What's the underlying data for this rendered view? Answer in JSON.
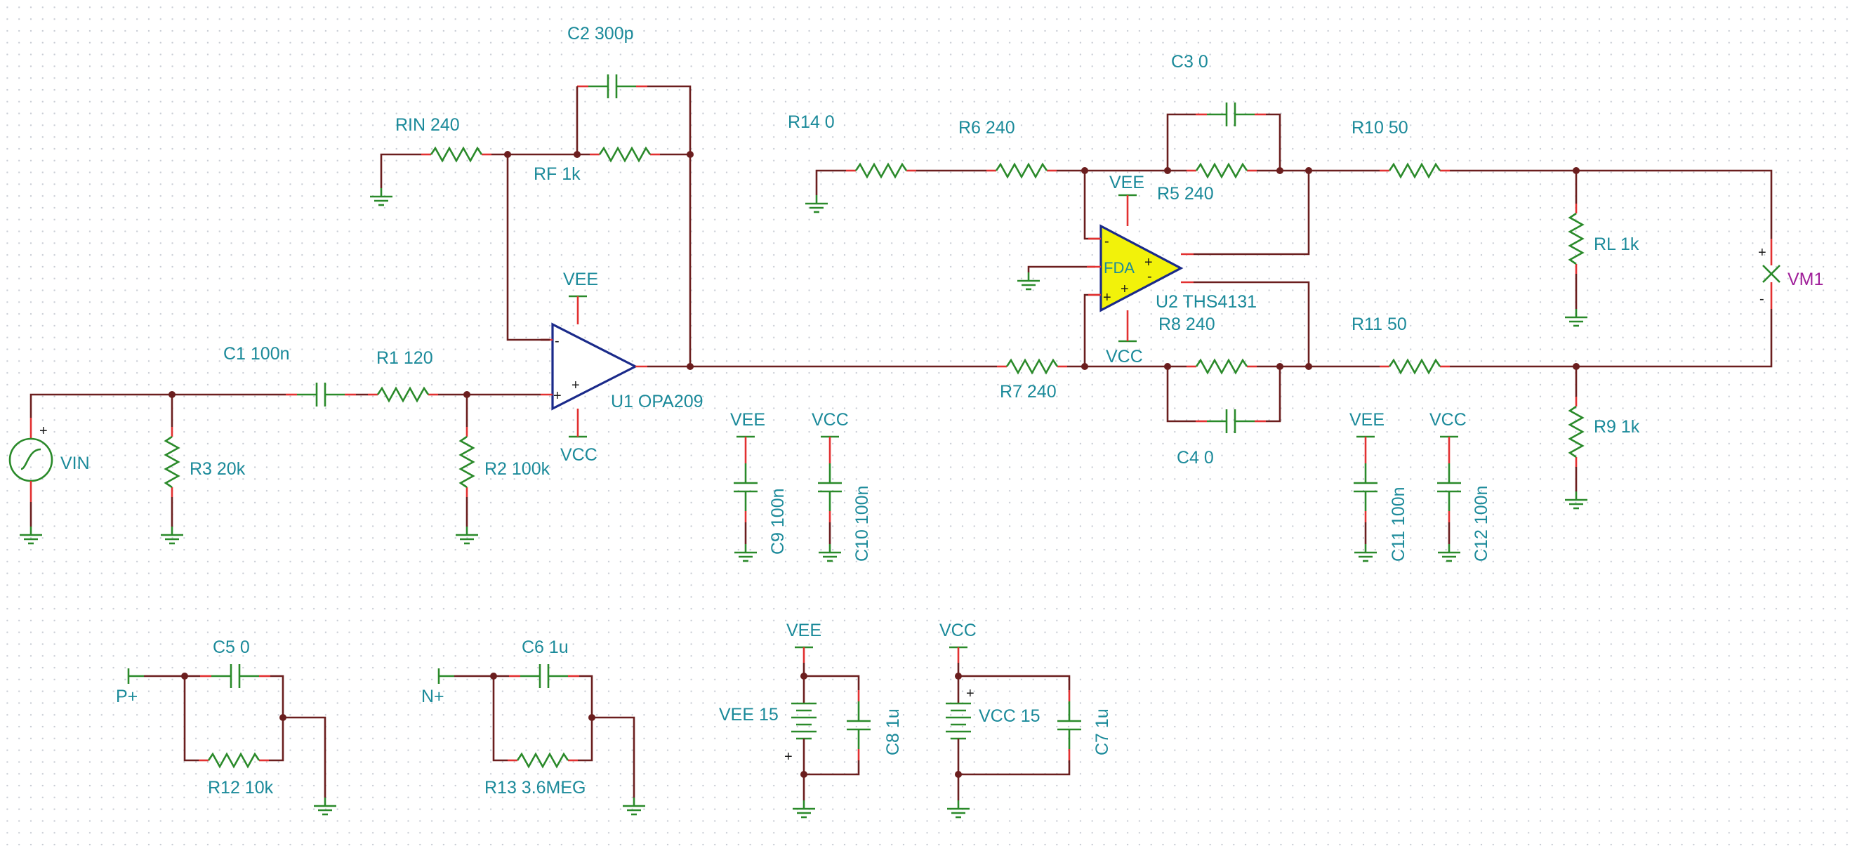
{
  "labels": {
    "C2": "C2 300p",
    "RIN": "RIN 240",
    "RF": "RF 1k",
    "VEE_u1": "VEE",
    "VCC_u1": "VCC",
    "U1": "U1 OPA209",
    "C1": "C1 100n",
    "R1": "R1 120",
    "R2": "R2 100k",
    "R3": "R3 20k",
    "VIN": "VIN",
    "R14": "R14 0",
    "R6": "R6 240",
    "C3": "C3 0",
    "R5": "R5 240",
    "VEE_u2": "VEE",
    "FDA": "FDA",
    "U2": "U2 THS4131",
    "R8": "R8 240",
    "VCC_u2": "VCC",
    "R7": "R7 240",
    "C4": "C4 0",
    "R10": "R10 50",
    "R11": "R11 50",
    "RL": "RL 1k",
    "R9": "R9 1k",
    "VM1": "VM1",
    "VEE_c9": "VEE",
    "VCC_c10": "VCC",
    "C9": "C9 100n",
    "C10": "C10 100n",
    "VEE_c11": "VEE",
    "VCC_c12": "VCC",
    "C11": "C11 100n",
    "C12": "C12 100n",
    "C5": "C5 0",
    "P+": "P+",
    "R12": "R12 10k",
    "C6": "C6 1u",
    "N+": "N+",
    "R13": "R13 3.6MEG",
    "VEE_bat": "VEE",
    "VEE15": "VEE 15",
    "C8": "C8 1u",
    "VCC_bat": "VCC",
    "VCC15": "VCC 15",
    "C7": "C7 1u"
  },
  "signs": {
    "plus": "+",
    "minus": "-"
  },
  "colors": {
    "wire": "#6b1e1e",
    "component": "#2a8a2a",
    "terminal": "#e23030",
    "label": "#1b8a9a",
    "opamp_outline": "#1a2a8a",
    "fda_fill": "#f2f20a",
    "meter_label": "#a0209a"
  }
}
